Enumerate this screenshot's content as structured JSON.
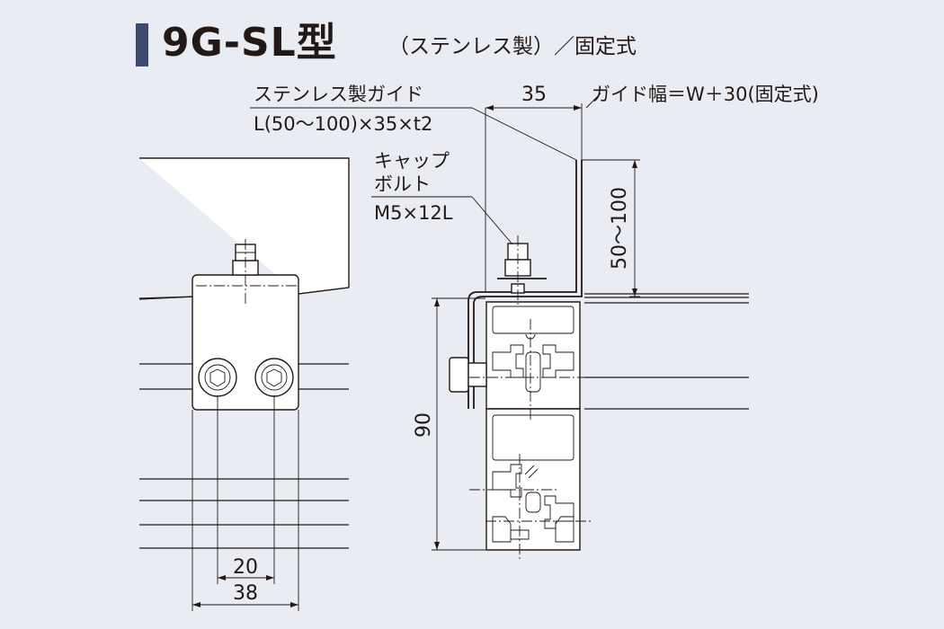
{
  "header": {
    "title": "9G-SL型",
    "subtitle": "（ステンレス製）／固定式"
  },
  "labels": {
    "guide_name": "ステンレス製ガイド",
    "guide_spec": "L(50～100)×35×t2",
    "cap_line1": "キャップ",
    "cap_line2": "ボルト",
    "cap_spec": "M5×12L",
    "guide_width": "ガイド幅＝W＋30(固定式)"
  },
  "dimensions": {
    "guide_depth": "35",
    "guide_height": "50～100",
    "frame_height": "90",
    "hole_pitch": "20",
    "bracket_width": "38"
  },
  "colors": {
    "background": "#e9edf3",
    "title_bar": "#3c4a72",
    "line": "#231815",
    "part_fill": "#ffffff"
  }
}
